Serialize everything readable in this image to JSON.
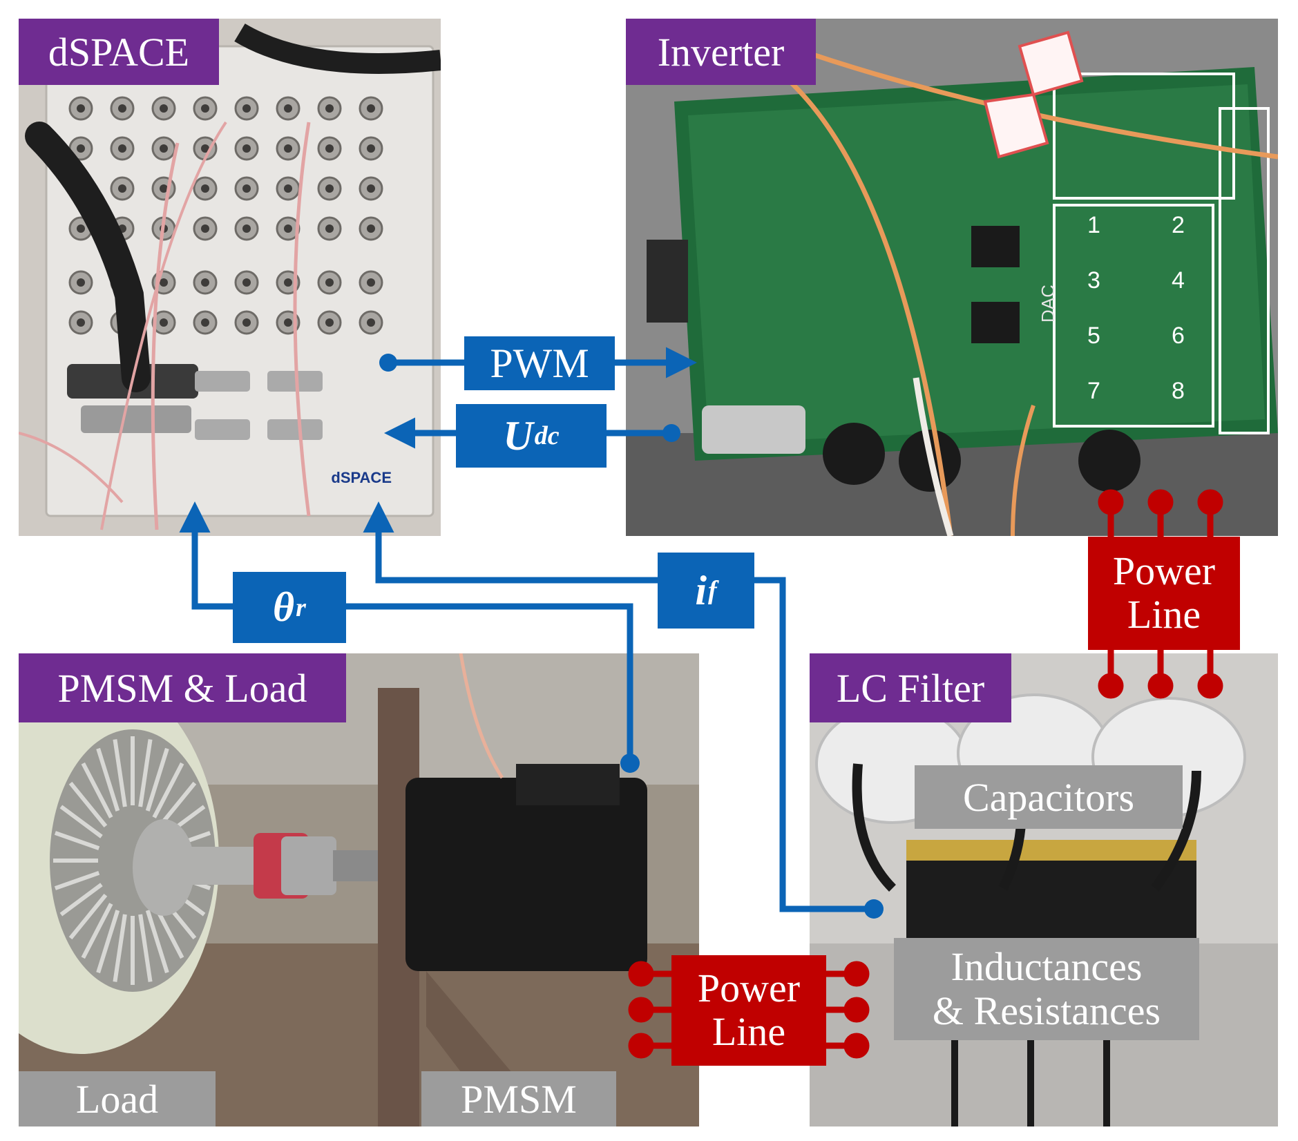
{
  "colors": {
    "signal_blue": "#0b64b6",
    "power_red": "#c00000",
    "title_purple": "#6f2c91",
    "tag_gray": "#9c9c9c"
  },
  "panels": {
    "dspace": {
      "title": "dSPACE",
      "brand": "dSPACE"
    },
    "inverter": {
      "title": "Inverter",
      "pcb_tags": [
        "DAC",
        "1",
        "2",
        "3",
        "4",
        "5",
        "6",
        "7",
        "8"
      ]
    },
    "pmsm": {
      "title": "PMSM & Load",
      "tags": {
        "load": "Load",
        "pmsm": "PMSM"
      }
    },
    "lc_filter": {
      "title": "LC Filter",
      "tags": {
        "capacitors": "Capacitors",
        "inductances_line1": "Inductances",
        "inductances_line2": "& Resistances"
      }
    }
  },
  "signals": {
    "pwm": "PWM",
    "udc_main": "U",
    "udc_sub": "dc",
    "theta_main": "θ",
    "theta_sub": "r",
    "if_main": "i",
    "if_sub": "f"
  },
  "power_lines": [
    {
      "line1": "Power",
      "line2": "Line"
    },
    {
      "line1": "Power",
      "line2": "Line"
    }
  ]
}
